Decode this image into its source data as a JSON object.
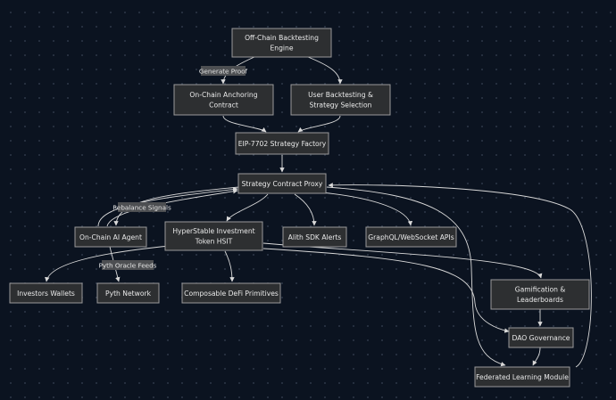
{
  "nodes": {
    "offchain": [
      "Off-Chain Backtesting",
      "Engine"
    ],
    "anchoring": [
      "On-Chain Anchoring",
      "Contract"
    ],
    "userbt": [
      "User Backtesting &",
      "Strategy Selection"
    ],
    "factory": [
      "EIP-7702 Strategy Factory"
    ],
    "proxy": [
      "Strategy Contract Proxy"
    ],
    "aiagent": [
      "On-Chain AI Agent"
    ],
    "hsit": [
      "HyperStable Investment",
      "Token HSIT"
    ],
    "alith": [
      "Alith SDK Alerts"
    ],
    "graphql": [
      "GraphQL/WebSocket APIs"
    ],
    "wallets": [
      "Investors Wallets"
    ],
    "pyth": [
      "Pyth Network"
    ],
    "defi": [
      "Composable DeFi Primitives"
    ],
    "gamif": [
      "Gamification &",
      "Leaderboards"
    ],
    "dao": [
      "DAO Governance"
    ],
    "fed": [
      "Federated Learning Module"
    ]
  },
  "edge_labels": {
    "generate_proof": "Generate Proof",
    "rebalance": "Rebalance Signals",
    "pyth_feeds": "Pyth Oracle Feeds"
  }
}
